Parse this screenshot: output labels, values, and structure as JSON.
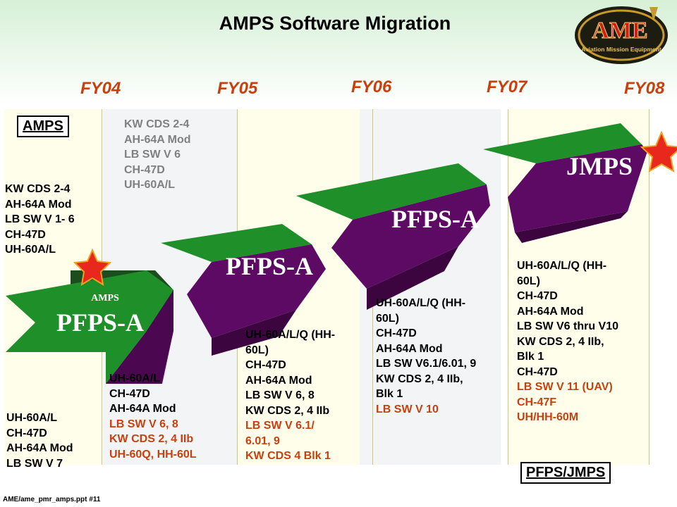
{
  "title": "AMPS Software Migration",
  "fiscal_years": [
    "FY04",
    "FY05",
    "FY06",
    "FY07",
    "FY08"
  ],
  "labels": {
    "amps": "AMPS",
    "pfps_jmps": "PFPS/JMPS"
  },
  "logo": {
    "text": "AME",
    "subtext": "Aviation Mission Equipment"
  },
  "arrows": [
    {
      "sublabel": "AMPS",
      "label": "PFPS-A"
    },
    {
      "label": "PFPS-A"
    },
    {
      "label": "PFPS-A"
    },
    {
      "label": "JMPS"
    }
  ],
  "notes": {
    "amps_top": [
      "KW CDS 2-4",
      "AH-64A Mod",
      "LB SW V 1- 6",
      "CH-47D",
      "UH-60A/L"
    ],
    "fy05_top": [
      "KW CDS 2-4",
      "AH-64A Mod",
      "LB SW V 6",
      "CH-47D",
      "UH-60A/L"
    ],
    "stage1": [
      "UH-60A/L",
      "CH-47D",
      "AH-64A Mod",
      "LB SW V 7"
    ],
    "stage2_black": [
      "UH-60A/L",
      "CH-47D",
      "AH-64A Mod"
    ],
    "stage2_red": [
      "LB SW V 6, 8",
      "KW CDS 2, 4 IIb",
      "UH-60Q, HH-60L"
    ],
    "stage3_black": [
      "UH-60A/L/Q (HH-",
      "60L)",
      "CH-47D",
      "AH-64A Mod",
      "LB SW V 6, 8",
      "KW CDS 2, 4 IIb"
    ],
    "stage3_red": [
      "LB SW V 6.1/",
      "6.01, 9",
      "KW CDS 4 Blk 1"
    ],
    "stage4_black": [
      "UH-60A/L/Q (HH-",
      "60L)",
      "CH-47D",
      "AH-64A Mod",
      "LB SW V6.1/6.01, 9",
      "KW CDS 2, 4 IIb,",
      "Blk 1"
    ],
    "stage4_red": [
      "LB SW V 10"
    ],
    "stage5_black": [
      "UH-60A/L/Q (HH-",
      "60L)",
      "CH-47D",
      "AH-64A Mod",
      "LB SW V6 thru V10",
      "KW CDS 2, 4 IIb,",
      "Blk 1",
      "CH-47D"
    ],
    "stage5_red": [
      "LB SW V 11 (UAV)",
      "CH-47F",
      "UH/HH-60M"
    ]
  },
  "footer": "AME/ame_pmr_amps.ppt #11",
  "colors": {
    "fy": "#c8400e",
    "red_text": "#c8400e",
    "arrow_green": "#1f8f2a",
    "arrow_purple": "#5c0a63",
    "star": "#e8281c"
  }
}
